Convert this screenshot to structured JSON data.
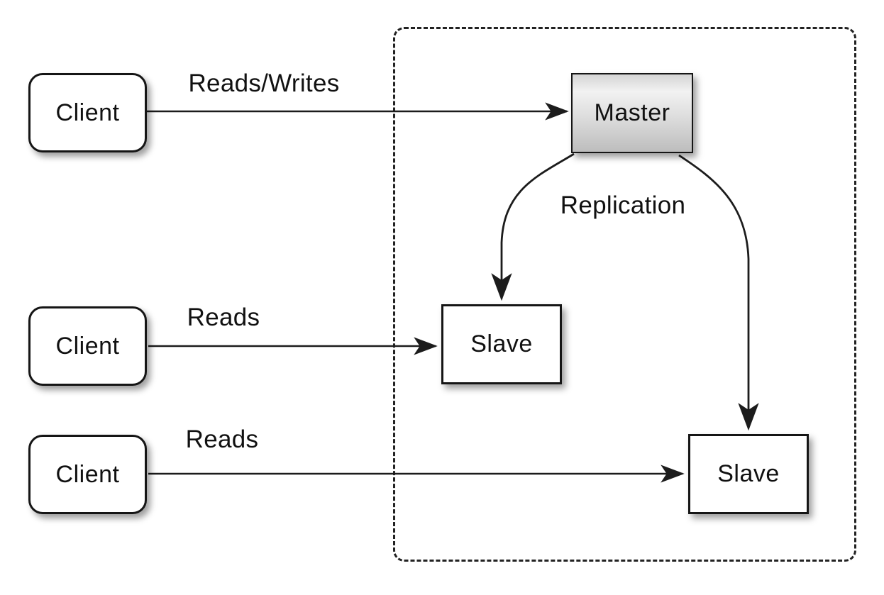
{
  "nodes": {
    "client1": {
      "label": "Client"
    },
    "client2": {
      "label": "Client"
    },
    "client3": {
      "label": "Client"
    },
    "master": {
      "label": "Master"
    },
    "slave1": {
      "label": "Slave"
    },
    "slave2": {
      "label": "Slave"
    }
  },
  "edges": {
    "reads_writes": {
      "label": "Reads/Writes",
      "from": "client1",
      "to": "master"
    },
    "reads_mid": {
      "label": "Reads",
      "from": "client2",
      "to": "slave1"
    },
    "reads_bottom": {
      "label": "Reads",
      "from": "client3",
      "to": "slave2"
    },
    "replication_left": {
      "label": "Replication",
      "from": "master",
      "to": "slave1"
    },
    "replication_right": {
      "label": "Replication",
      "from": "master",
      "to": "slave2"
    }
  },
  "cluster": {
    "style": "dashed-rounded-boundary",
    "contains": [
      "master",
      "slave1",
      "slave2"
    ]
  },
  "colors": {
    "background": "#ffffff",
    "line": "#1c1c1c",
    "node_fill": "#ffffff",
    "node_border": "#151515",
    "master_fill_top": "#f2f2f2",
    "master_fill_bottom": "#bdbdbd",
    "dashed_border": "#222222"
  }
}
